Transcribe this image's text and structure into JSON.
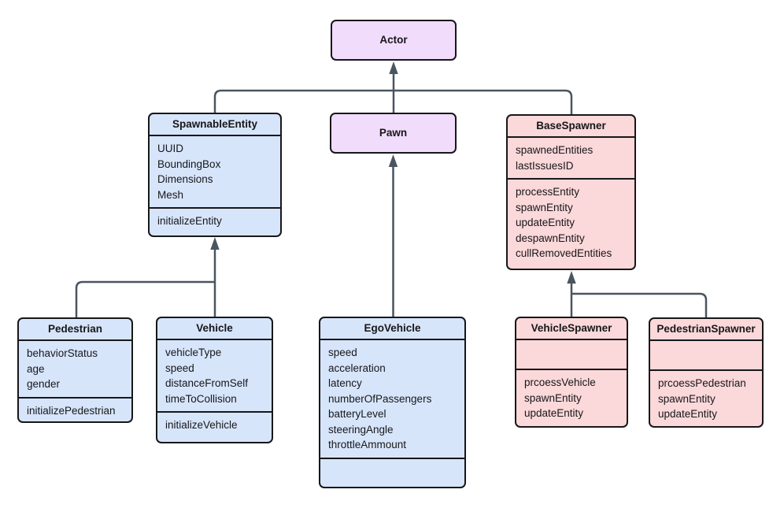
{
  "colors": {
    "background": "#ffffff",
    "purple_fill": "#F2DCFB",
    "blue_fill": "#D7E5FB",
    "pink_fill": "#FBD8D9",
    "box_border": "#17171a",
    "connector": "#4A5560",
    "text": "#17171a"
  },
  "classes": {
    "actor": {
      "name": "Actor"
    },
    "pawn": {
      "name": "Pawn"
    },
    "spawnable_entity": {
      "name": "SpawnableEntity",
      "attributes": [
        "UUID",
        "BoundingBox",
        "Dimensions",
        "Mesh"
      ],
      "methods": [
        "initializeEntity"
      ]
    },
    "base_spawner": {
      "name": "BaseSpawner",
      "attributes": [
        "spawnedEntities",
        "lastIssuesID"
      ],
      "methods": [
        "processEntity",
        "spawnEntity",
        "updateEntity",
        "despawnEntity",
        "cullRemovedEntities"
      ]
    },
    "pedestrian": {
      "name": "Pedestrian",
      "attributes": [
        "behaviorStatus",
        "age",
        "gender"
      ],
      "methods": [
        "initializePedestrian"
      ]
    },
    "vehicle": {
      "name": "Vehicle",
      "attributes": [
        "vehicleType",
        "speed",
        "distanceFromSelf",
        "timeToCollision"
      ],
      "methods": [
        "initializeVehicle"
      ]
    },
    "ego_vehicle": {
      "name": "EgoVehicle",
      "attributes": [
        "speed",
        "acceleration",
        "latency",
        "numberOfPassengers",
        "batteryLevel",
        "steeringAngle",
        "throttleAmmount"
      ],
      "methods": []
    },
    "vehicle_spawner": {
      "name": "VehicleSpawner",
      "attributes": [],
      "methods": [
        "prcoessVehicle",
        "spawnEntity",
        "updateEntity"
      ]
    },
    "pedestrian_spawner": {
      "name": "PedestrianSpawner",
      "attributes": [],
      "methods": [
        "prcoessPedestrian",
        "spawnEntity",
        "updateEntity"
      ]
    }
  },
  "relationships": [
    {
      "from": "SpawnableEntity",
      "to": "Actor",
      "type": "inheritance"
    },
    {
      "from": "Pawn",
      "to": "Actor",
      "type": "inheritance"
    },
    {
      "from": "BaseSpawner",
      "to": "Actor",
      "type": "inheritance"
    },
    {
      "from": "EgoVehicle",
      "to": "Pawn",
      "type": "inheritance"
    },
    {
      "from": "Pedestrian",
      "to": "SpawnableEntity",
      "type": "inheritance"
    },
    {
      "from": "Vehicle",
      "to": "SpawnableEntity",
      "type": "inheritance"
    },
    {
      "from": "VehicleSpawner",
      "to": "BaseSpawner",
      "type": "inheritance"
    },
    {
      "from": "PedestrianSpawner",
      "to": "BaseSpawner",
      "type": "inheritance"
    }
  ]
}
